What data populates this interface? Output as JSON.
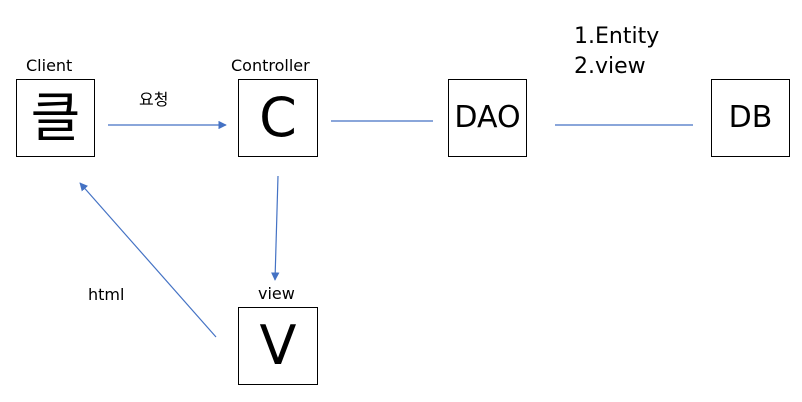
{
  "nodes": {
    "client": {
      "title": "Client",
      "glyph": "클"
    },
    "controller": {
      "title": "Controller",
      "glyph": "C"
    },
    "dao": {
      "glyph": "DAO"
    },
    "db": {
      "glyph": "DB"
    },
    "view": {
      "title": "view",
      "glyph": "V"
    }
  },
  "edges": {
    "request_label": "요청",
    "response_label": "html"
  },
  "notes": [
    "1.Entity",
    "2.view"
  ],
  "colors": {
    "line": "#4472c4",
    "box_border": "#000000"
  }
}
